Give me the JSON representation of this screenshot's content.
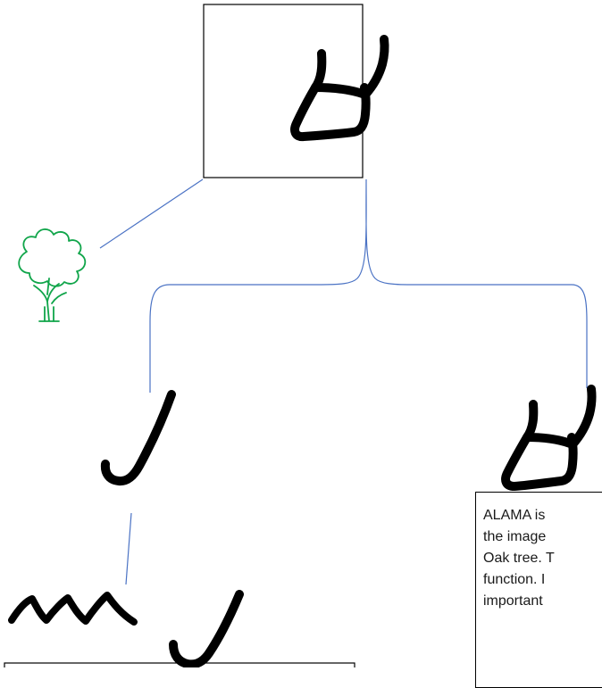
{
  "colors": {
    "connector": "#4a72c4",
    "glyph": "#000000",
    "tree_icon": "#10a54a"
  },
  "nodes": [
    {
      "id": "top-box",
      "glyph": "ox-head"
    },
    {
      "id": "tree",
      "icon": "oak-tree-icon"
    },
    {
      "id": "left-branch",
      "glyph": "staff"
    },
    {
      "id": "left-compound",
      "glyphs": [
        "water",
        "staff"
      ]
    },
    {
      "id": "right-branch",
      "glyph": "ox-head"
    }
  ],
  "edges": [
    {
      "from": "top-box",
      "to": "tree"
    },
    {
      "from": "top-box",
      "to": "left-branch"
    },
    {
      "from": "top-box",
      "to": "right-branch"
    },
    {
      "from": "left-branch",
      "to": "left-compound"
    }
  ],
  "caption": {
    "lines": [
      "ALAMA is",
      "the image",
      "Oak tree. T",
      "function. I",
      "important"
    ]
  }
}
